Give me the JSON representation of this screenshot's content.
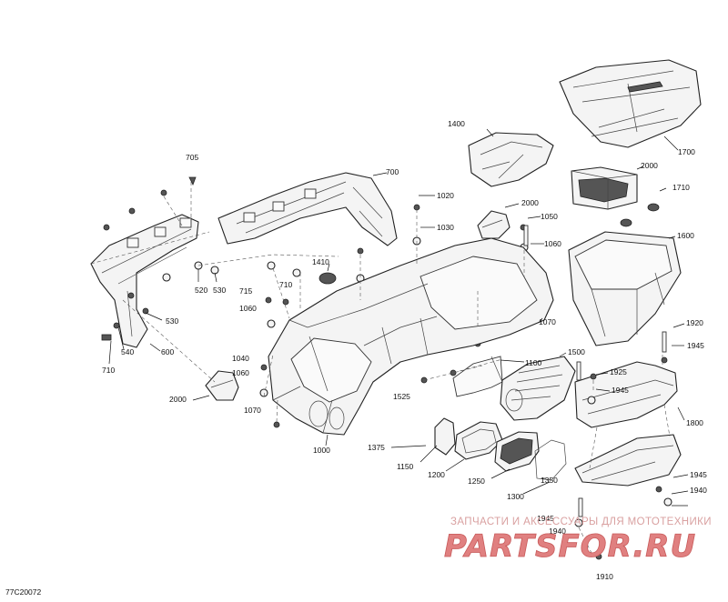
{
  "diagram": {
    "code": "77C20072",
    "callouts": [
      {
        "id": "c705",
        "label": "705"
      },
      {
        "id": "c700",
        "label": "700"
      },
      {
        "id": "c1400",
        "label": "1400"
      },
      {
        "id": "c1700",
        "label": "1700"
      },
      {
        "id": "c2000a",
        "label": "2000"
      },
      {
        "id": "c1710",
        "label": "1710"
      },
      {
        "id": "c1020",
        "label": "1020"
      },
      {
        "id": "c2000b",
        "label": "2000"
      },
      {
        "id": "c1050",
        "label": "1050"
      },
      {
        "id": "c1030",
        "label": "1030"
      },
      {
        "id": "c1060a",
        "label": "1060"
      },
      {
        "id": "c1600",
        "label": "1600"
      },
      {
        "id": "c1410",
        "label": "1410"
      },
      {
        "id": "c520",
        "label": "520"
      },
      {
        "id": "c530a",
        "label": "530"
      },
      {
        "id": "c715",
        "label": "715"
      },
      {
        "id": "c710a",
        "label": "710"
      },
      {
        "id": "c1060b",
        "label": "1060"
      },
      {
        "id": "c530b",
        "label": "530"
      },
      {
        "id": "c1070a",
        "label": "1070"
      },
      {
        "id": "c1920",
        "label": "1920"
      },
      {
        "id": "c540",
        "label": "540"
      },
      {
        "id": "c600",
        "label": "600"
      },
      {
        "id": "c1945a",
        "label": "1945"
      },
      {
        "id": "c1040",
        "label": "1040"
      },
      {
        "id": "c1500",
        "label": "1500"
      },
      {
        "id": "c710b",
        "label": "710"
      },
      {
        "id": "c1060c",
        "label": "1060"
      },
      {
        "id": "c1100",
        "label": "1100"
      },
      {
        "id": "c1925",
        "label": "1925"
      },
      {
        "id": "c2000c",
        "label": "2000"
      },
      {
        "id": "c1525",
        "label": "1525"
      },
      {
        "id": "c1945b",
        "label": "1945"
      },
      {
        "id": "c1070b",
        "label": "1070"
      },
      {
        "id": "c1800",
        "label": "1800"
      },
      {
        "id": "c1000",
        "label": "1000"
      },
      {
        "id": "c1375",
        "label": "1375"
      },
      {
        "id": "c1150",
        "label": "1150"
      },
      {
        "id": "c1200",
        "label": "1200"
      },
      {
        "id": "c1250",
        "label": "1250"
      },
      {
        "id": "c1350",
        "label": "1350"
      },
      {
        "id": "c1300",
        "label": "1300"
      },
      {
        "id": "c1945c",
        "label": "1945"
      },
      {
        "id": "c1940a",
        "label": "1940"
      },
      {
        "id": "c1945d",
        "label": "1945"
      },
      {
        "id": "c1940b",
        "label": "1940"
      },
      {
        "id": "c1910",
        "label": "1910"
      }
    ]
  },
  "watermark": {
    "text": "ЗАПЧАСТИ И АКСЕССУАРЫ ДЛЯ МОТОТЕХНИКИ",
    "logo": "PARTSFOR.RU",
    "color": "#d46a6a"
  }
}
